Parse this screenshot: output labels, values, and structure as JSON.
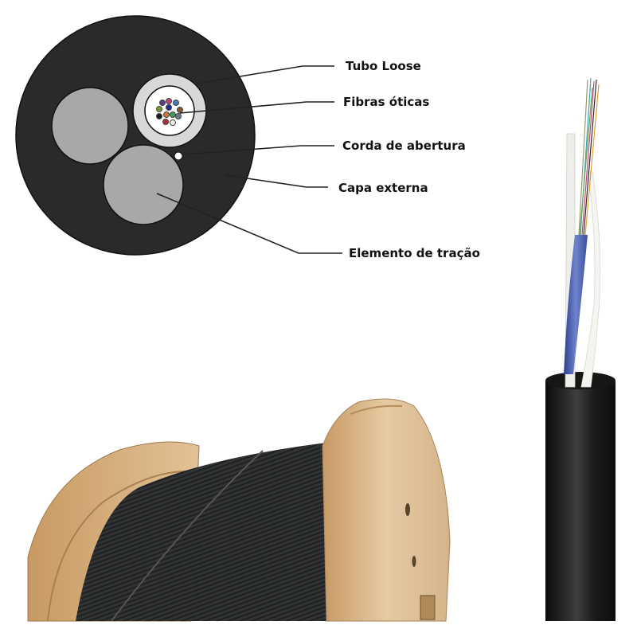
{
  "diagram": {
    "type": "fiber-optic-cable-cross-section",
    "colors": {
      "outer_jacket": "#2a2a2a",
      "strength_member": "#a8a8a8",
      "loose_tube": "#d8d8d8",
      "tube_core": "#ffffff",
      "leader_line": "#222222",
      "spool_wood": "#d9b88a",
      "cable_black": "#1a1a1a",
      "inner_tube_blue": "#3f55a8"
    },
    "fiber_colors": [
      "#5a3c8c",
      "#c2447a",
      "#4a78b0",
      "#7a9c3c",
      "#1c2d9c",
      "#8a5a2a",
      "#1a1a1a",
      "#c8783a",
      "#3c9c5a",
      "#6a7a8a",
      "#b02a3a",
      "#f0f0f0"
    ],
    "labels": [
      {
        "id": "tubo-loose",
        "text": "Tubo Loose"
      },
      {
        "id": "fibras-oticas",
        "text": "Fibras óticas"
      },
      {
        "id": "corda-de-abertura",
        "text": "Corda de abertura"
      },
      {
        "id": "capa-externa",
        "text": "Capa externa"
      },
      {
        "id": "elemento-de-tracao",
        "text": "Elemento de tração"
      }
    ]
  },
  "photos": {
    "spool": "cable-spool-photo",
    "cable_cutaway": "cable-cutaway-photo"
  }
}
